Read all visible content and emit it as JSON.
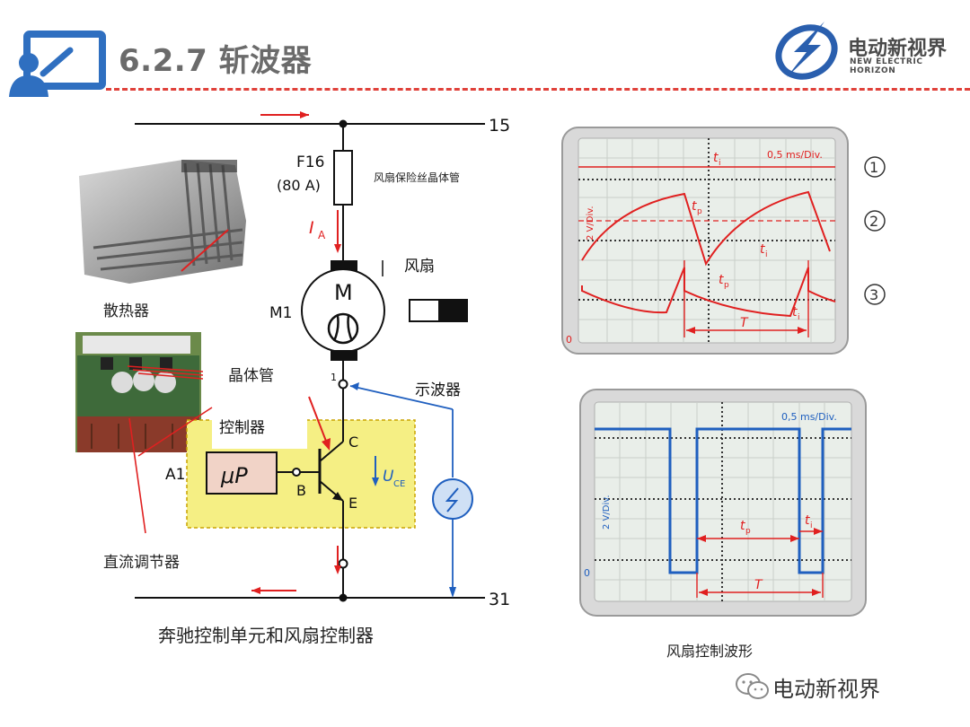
{
  "header": {
    "title": "6.2.7 斩波器",
    "brand_cn": "电动新视界",
    "brand_en": "NEW ELECTRIC HORIZON"
  },
  "circuit": {
    "top_terminal": "15",
    "bottom_terminal": "31",
    "fuse_label": "F16",
    "fuse_rating": "(80 A)",
    "fuse_note": "风扇保险丝晶体管",
    "current_label": "I",
    "current_sub": "A",
    "motor_label": "M1",
    "motor_symbol": "M",
    "fan_label": "风扇",
    "node_label": "1",
    "scope_label": "示波器",
    "controller_label": "控制器",
    "module_label": "A1",
    "mcu_label": "μP",
    "collector": "C",
    "base": "B",
    "emitter": "E",
    "uce": "U",
    "uce_sub": "CE"
  },
  "photos": {
    "heatsink_label": "散热器",
    "transistor_label": "晶体管",
    "regulator_label": "直流调节器"
  },
  "left_caption": "奔驰控制单元和风扇控制器",
  "scope_top": {
    "scale": "0,5 ms/Div.",
    "vscale": "2 V/Div.",
    "zero": "0",
    "marker1": "1",
    "marker2": "2",
    "marker3": "3",
    "t_i": "t",
    "t_i_sub": "i",
    "t_p": "t",
    "t_p_sub": "p",
    "period": "T",
    "colors": {
      "trace": "#e02020",
      "screen": "#e9eee9",
      "bezel": "#d6d6d6"
    }
  },
  "scope_bottom": {
    "scale": "0,5 ms/Div.",
    "vscale": "2 V/Div.",
    "zero": "0",
    "t_p": "t",
    "t_p_sub": "p",
    "t_i": "t",
    "t_i_sub": "i",
    "period": "T",
    "colors": {
      "trace": "#1f5fbf",
      "marker": "#e02020"
    }
  },
  "right_caption": "风扇控制波形",
  "watermark": "电动新视界"
}
